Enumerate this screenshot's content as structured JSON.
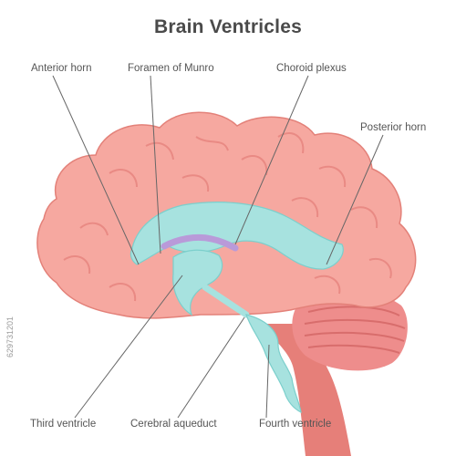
{
  "title": "Brain Ventricles",
  "labels": {
    "anterior_horn": "Anterior horn",
    "foramen_of_munro": "Foramen of Munro",
    "choroid_plexus": "Choroid plexus",
    "posterior_horn": "Posterior horn",
    "third_ventricle": "Third ventricle",
    "cerebral_aqueduct": "Cerebral aqueduct",
    "fourth_ventricle": "Fourth ventricle"
  },
  "watermark": "629731201",
  "colors": {
    "brain": "#f6a8a0",
    "brain_dark": "#e98a84",
    "brain_outline": "#e38179",
    "cerebellum": "#ee8d8c",
    "brainstem": "#e67f79",
    "ventricle": "#a7e2df",
    "ventricle_dark": "#7ccfcc",
    "choroid": "#b99ad9",
    "leader_line": "#666666",
    "title": "#4a4a4a"
  }
}
